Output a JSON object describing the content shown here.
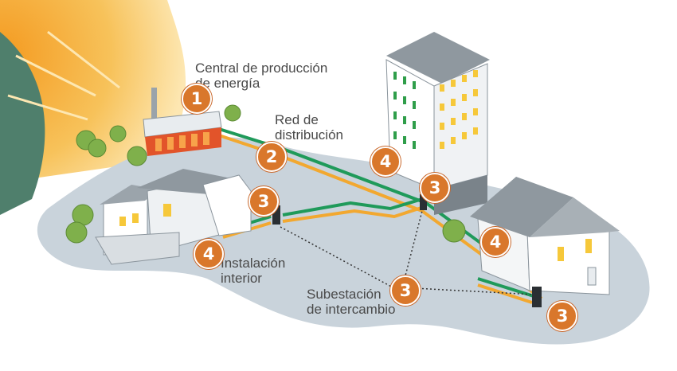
{
  "labels": {
    "central_line1": "Central de producción",
    "central_line2": "de energía",
    "red_line1": "Red de",
    "red_line2": "distribución",
    "instalacion_line1": "Instalación",
    "instalacion_line2": "interior",
    "subestacion_line1": "Subestación",
    "subestacion_line2": "de intercambio"
  },
  "badges": {
    "central": "1",
    "red": "2",
    "sub_house_left": "3",
    "sub_tower": "3",
    "sub_label": "3",
    "sub_house_right": "3",
    "inst_left": "4",
    "inst_tower": "4",
    "inst_house_right": "4"
  },
  "colors": {
    "badge": "#d9772b",
    "pipe_supply": "#1f9a5a",
    "pipe_return": "#f2a830",
    "ground": "#c9d3db",
    "sun": "#f6b23a"
  }
}
